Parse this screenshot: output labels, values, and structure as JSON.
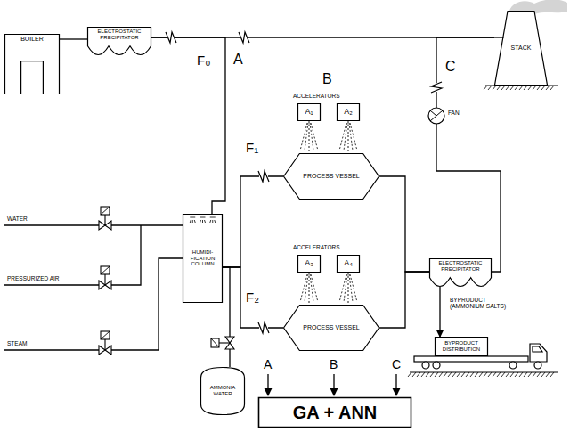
{
  "diagram": {
    "nodes": [
      {
        "text": [
          "BOILER"
        ]
      },
      {
        "text": [
          "ELECTROSTATIC PRECIPITATOR"
        ]
      },
      {
        "text": [
          "STACK"
        ]
      },
      {
        "text": [
          "HUMIDI- FICATION COLUMN"
        ]
      },
      {
        "text": [
          "A₁"
        ]
      },
      {
        "text": [
          "A₂"
        ]
      },
      {
        "text": [
          "PROCESS VESSEL"
        ]
      },
      {
        "text": [
          "A₃"
        ]
      },
      {
        "text": [
          "A₄"
        ]
      },
      {
        "text": [
          "PROCESS VESSEL"
        ]
      },
      {
        "text": [
          "ELECTROSTATIC PRECIPITATOR"
        ]
      },
      {
        "text": [
          "BYPRODUCT DISTRIBUTION"
        ]
      },
      {
        "text": [
          "AMMONIA WATER"
        ]
      },
      {
        "text": [
          "GA + ANN"
        ]
      }
    ],
    "edges": [
      {
        "from": 0,
        "to": 1,
        "arrow": "none"
      },
      {
        "from": 1,
        "to": 2,
        "arrow": "none"
      },
      {
        "from": 1,
        "to": 3,
        "arrow": "none"
      },
      {
        "from": 3,
        "to": 6,
        "arrow": "none"
      },
      {
        "from": 3,
        "to": 9,
        "arrow": "none"
      },
      {
        "from": 4,
        "to": 6,
        "arrow": "none"
      },
      {
        "from": 5,
        "to": 6,
        "arrow": "none"
      },
      {
        "from": 7,
        "to": 9,
        "arrow": "none"
      },
      {
        "from": 8,
        "to": 9,
        "arrow": "none"
      },
      {
        "from": 6,
        "to": 10,
        "arrow": "none"
      },
      {
        "from": 9,
        "to": 10,
        "arrow": "none"
      },
      {
        "from": 10,
        "to": 2,
        "arrow": "none"
      },
      {
        "from": 12,
        "to": 3,
        "arrow": "none"
      },
      {
        "from": 10,
        "to": 11,
        "arrow": "to"
      }
    ],
    "labels": [
      "F₀",
      "A",
      "B",
      "ACCELERATORS",
      "C",
      "F₁",
      "ACCELERATORS",
      "F₂",
      "WATER",
      "PRESSURIZED AIR",
      "STEAM",
      "FAN",
      "BYPRODUCT (AMMONIUM SALTS)",
      "A",
      "B",
      "C"
    ]
  }
}
